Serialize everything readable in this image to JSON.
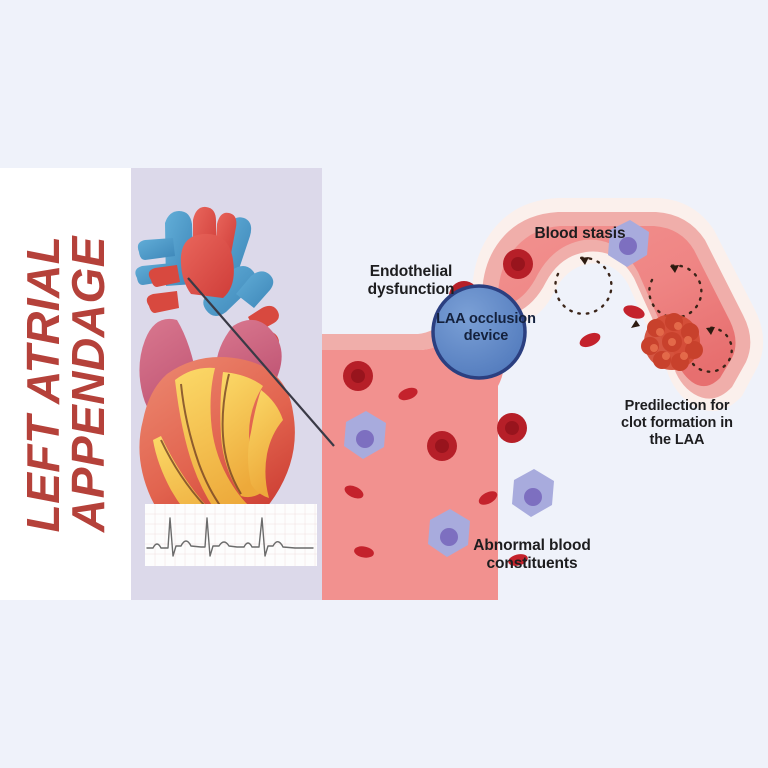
{
  "page": {
    "background_color": "#eff2fa"
  },
  "figure": {
    "title": {
      "line1": "LEFT ATRIAL",
      "line2": "APPENDAGE",
      "color": "#b5413a",
      "orientation": "rotated-90-ccw"
    },
    "panels": {
      "title_strip_color": "#ffffff",
      "heart_panel_color": "#dcd9ea",
      "atrium_color": "#f2918f",
      "laa_wall_color": "#f0aeaa",
      "laa_border_color": "#fbf0ec"
    },
    "heart_illustration": {
      "icon": "anatomical-heart-icon",
      "artery_color": "#e2564f",
      "vein_color": "#4b9ccc",
      "atrium_color": "#cf6b87",
      "ventricle_color": "#e9705e",
      "fat_color": "#f5c542"
    },
    "ecg": {
      "icon": "ecg-rhythm-strip-icon",
      "background": "#fdfdfd",
      "trace_color": "#6b6b6b",
      "beats": 3
    },
    "occlusion_device": {
      "icon": "laa-occlusion-device-icon",
      "fill_color": "#5b84c4",
      "border_color": "#2b3f80"
    },
    "blood_cells": {
      "rbc_color": "#c4222c",
      "rbc_dark_color": "#9b1520",
      "wbc_fill_color": "#a8abdd",
      "wbc_nucleus_color": "#7d6fc0"
    },
    "clot": {
      "icon": "thrombus-clot-icon",
      "color": "#d14a33",
      "highlight_color": "#e8714f"
    },
    "stasis_arrows": {
      "icon": "circular-dotted-flow-arrow-icon",
      "color": "#3a2418",
      "count": 4
    },
    "pointer_line": {
      "icon": "leader-line-icon",
      "color": "#3a3a46"
    },
    "labels": {
      "endothelial": "Endothelial\ndysfunction",
      "device": "LAA occlusion\ndevice",
      "stasis": "Blood stasis",
      "clot": "Predilection for\nclot formation in\nthe LAA",
      "abnormal": "Abnormal blood\nconstituents"
    }
  }
}
